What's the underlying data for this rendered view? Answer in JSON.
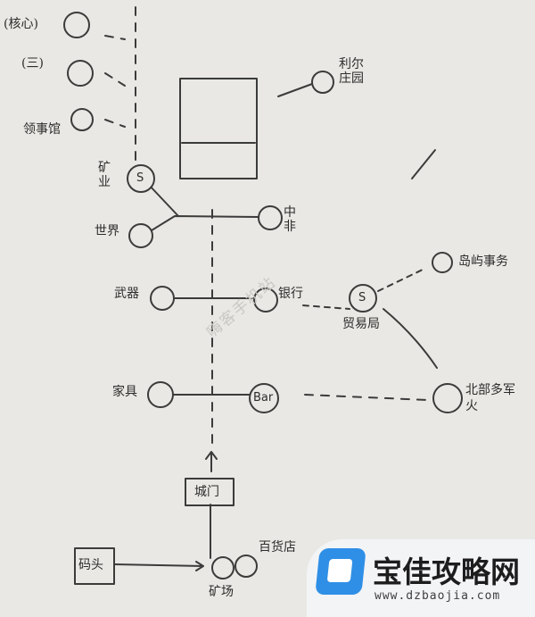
{
  "nodes": {
    "hexin": "(核心)",
    "san": "(三)",
    "lingshiguan": "领事馆",
    "liershi": "利尔庄园",
    "kuangye": "矿业",
    "kuangye_mark": "S",
    "shijie": "世界",
    "zhongfei": "中非",
    "wuqi": "武器",
    "yinhang": "银行",
    "maoyiju": "贸易局",
    "maoyiju_mark": "S",
    "fengmeng": "岛屿事务",
    "jiaju": "家具",
    "bar": "Bar",
    "dongnan": "北部多军火",
    "chengmen": "城门",
    "matou": "码头",
    "huochezhan": "百货店",
    "kuangzhan": "矿场"
  },
  "watermark": "嗨客手机站",
  "brand": {
    "name": "宝佳攻略网",
    "url": "www.dzbaojia.com",
    "accent": "#2f8fe6"
  }
}
